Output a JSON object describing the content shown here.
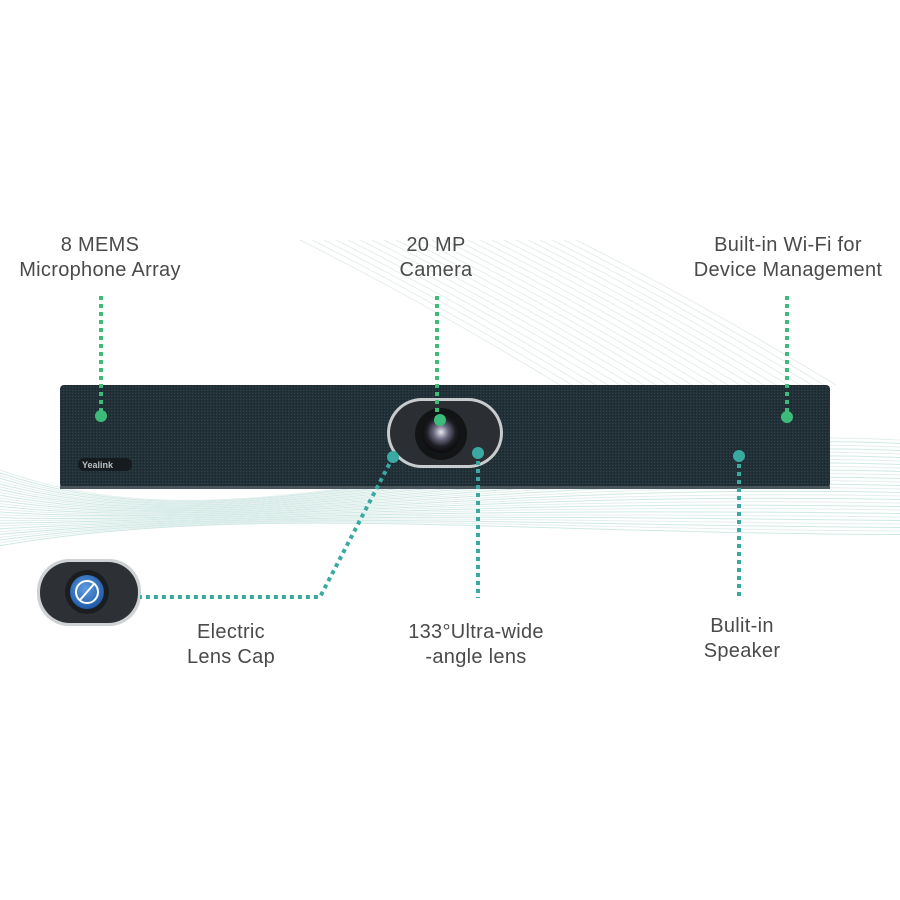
{
  "brand": "Yealink",
  "colors": {
    "upper_line": "#3dbb7a",
    "lower_line": "#39a9a2",
    "device": "#1f2c33",
    "text": "#4a4a4a"
  },
  "callouts": [
    {
      "id": "mic",
      "line1": "8 MEMS",
      "line2": "Microphone Array"
    },
    {
      "id": "camera",
      "line1": "20 MP",
      "line2": "Camera"
    },
    {
      "id": "wifi",
      "line1": "Built-in Wi-Fi for",
      "line2": "Device Management"
    },
    {
      "id": "lenscap",
      "line1": "Electric",
      "line2": "Lens Cap"
    },
    {
      "id": "lens",
      "line1": "133°Ultra-wide",
      "line2": "-angle lens"
    },
    {
      "id": "speaker",
      "line1": "Bulit-in",
      "line2": "Speaker"
    }
  ]
}
